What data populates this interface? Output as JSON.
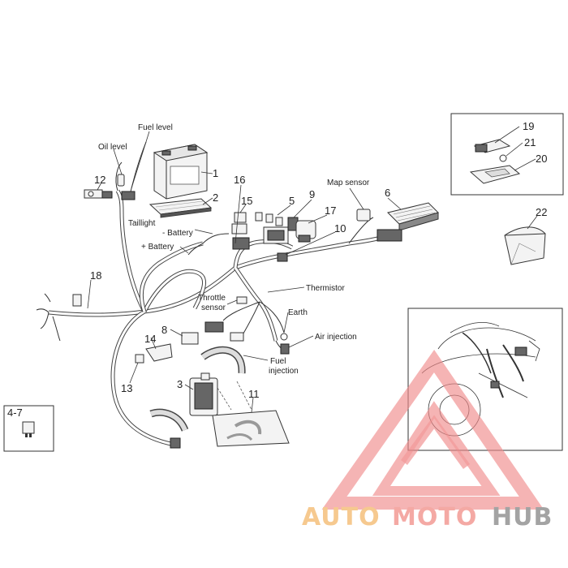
{
  "callouts": {
    "c1": "1",
    "c2": "2",
    "c3": "3",
    "c4_7": "4-7",
    "c5": "5",
    "c6": "6",
    "c8": "8",
    "c9": "9",
    "c10": "10",
    "c11": "11",
    "c12": "12",
    "c13": "13",
    "c14": "14",
    "c15": "15",
    "c16": "16",
    "c17": "17",
    "c18": "18",
    "c19": "19",
    "c20": "20",
    "c21": "21",
    "c22": "22"
  },
  "labels": {
    "fuel_level": "Fuel level",
    "oil_level": "Oil level",
    "taillight": "Taillight",
    "neg_battery": "- Battery",
    "pos_battery": "+ Battery",
    "map_sensor": "Map sensor",
    "thermistor": "Thermistor",
    "throttle_sensor_1": "Throttle",
    "throttle_sensor_2": "sensor",
    "earth": "Earth",
    "air_injection": "Air injection",
    "fuel_injection_1": "Fuel",
    "fuel_injection_2": "injection"
  },
  "watermark": {
    "auto": "AUTO",
    "moto": "MOTO",
    "hub": "HUB",
    "color_auto": "#f6c98f",
    "color_moto": "#f4a9a4",
    "color_hub": "#a3a3a3",
    "logo_color": "#f08a8a"
  }
}
